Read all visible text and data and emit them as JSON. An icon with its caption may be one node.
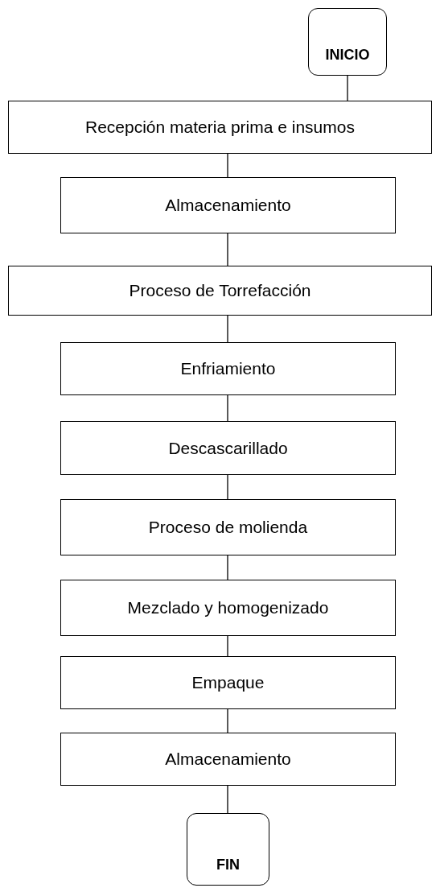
{
  "diagram": {
    "nodes": [
      {
        "text": [
          "INICIO"
        ]
      },
      {
        "text": [
          "Recepción materia prima e insumos"
        ]
      },
      {
        "text": [
          "Almacenamiento"
        ]
      },
      {
        "text": [
          "Proceso de Torrefacción"
        ]
      },
      {
        "text": [
          "Enfriamiento"
        ]
      },
      {
        "text": [
          "Descascarillado"
        ]
      },
      {
        "text": [
          "Proceso de molienda"
        ]
      },
      {
        "text": [
          "Mezclado y homogenizado"
        ]
      },
      {
        "text": [
          "Empaque"
        ]
      },
      {
        "text": [
          "Almacenamiento"
        ]
      },
      {
        "text": [
          "FIN"
        ]
      }
    ],
    "edges": [
      {
        "from": 0,
        "to": 1,
        "arrow": "none"
      },
      {
        "from": 1,
        "to": 2,
        "arrow": "none"
      },
      {
        "from": 2,
        "to": 3,
        "arrow": "none"
      },
      {
        "from": 3,
        "to": 4,
        "arrow": "none"
      },
      {
        "from": 4,
        "to": 5,
        "arrow": "none"
      },
      {
        "from": 5,
        "to": 6,
        "arrow": "none"
      },
      {
        "from": 6,
        "to": 7,
        "arrow": "none"
      },
      {
        "from": 7,
        "to": 8,
        "arrow": "none"
      },
      {
        "from": 8,
        "to": 9,
        "arrow": "none"
      },
      {
        "from": 9,
        "to": 10,
        "arrow": "none"
      }
    ]
  }
}
